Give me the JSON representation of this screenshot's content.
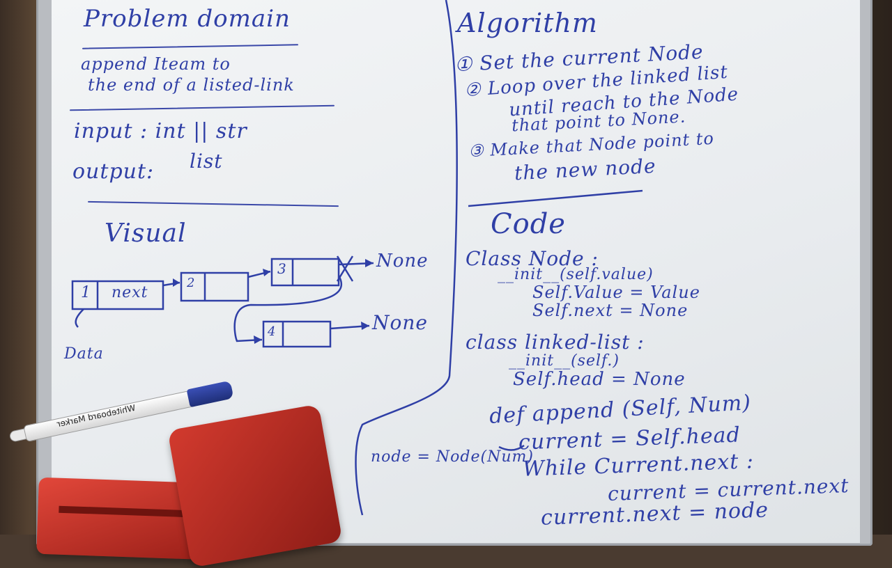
{
  "left": {
    "problem_title": "Problem domain",
    "problem_line1": "append Iteam to",
    "problem_line2": "the end of a listed-link",
    "input_line": "input :  int || str",
    "output_label": "output:",
    "output_value": "list",
    "visual_title": "Visual",
    "node1_value": "1",
    "node1_next": "next",
    "node2_value": "2",
    "node3_value": "3",
    "node4_value": "4",
    "none_top": "None",
    "none_bottom": "None",
    "data_label": "Data"
  },
  "right": {
    "algorithm_title": "Algorithm",
    "step1": "① Set the current Node",
    "step2a": "② Loop over the linked list",
    "step2b": "until reach to the Node",
    "step2c": "that point to None.",
    "step3a": "③ Make that Node point to",
    "step3b": "the new node",
    "code_title": "Code",
    "code_lines": [
      "Class Node :",
      "__init__(self.value)",
      "Self.Value = Value",
      "Self.next = None",
      "class linked-list :",
      "__init__(self.)",
      "Self.head = None",
      "def append (Self, Num)",
      "current = Self.head",
      "While Current.next :",
      "current = current.next",
      "current.next = node"
    ],
    "node_assign": "node = Node(Num)"
  },
  "objects": {
    "marker_brand": "Whiteboard Marker"
  },
  "colors": {
    "ink": "#2f3fa6",
    "board": "#eceff1",
    "eraser": "#c8342a",
    "marker_cap": "#2a3d96"
  }
}
